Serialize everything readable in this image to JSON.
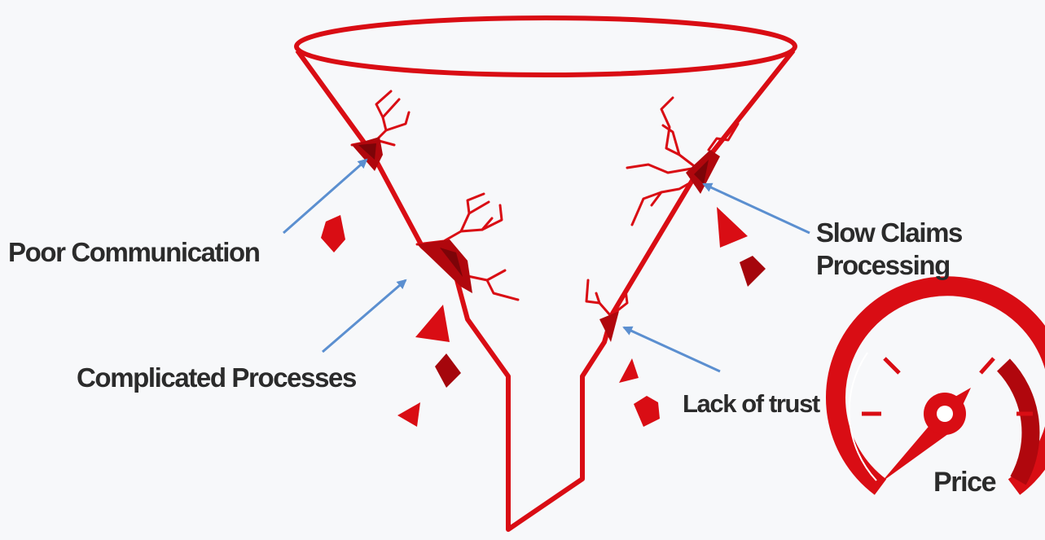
{
  "labels": {
    "poor_communication": "Poor Communication",
    "complicated_processes": "Complicated Processes",
    "slow_claims_processing": "Slow Claims Processing",
    "lack_of_trust": "Lack of trust",
    "price": "Price"
  },
  "colors": {
    "funnel": "#d90d14",
    "crack_dark": "#a5060c",
    "arrow": "#5b8fd0",
    "text": "#2b2b2b",
    "background": "#f7f8fa"
  },
  "icons": [
    "funnel-icon",
    "crack-icon",
    "debris-icon",
    "arrow-icon",
    "speedometer-icon"
  ]
}
